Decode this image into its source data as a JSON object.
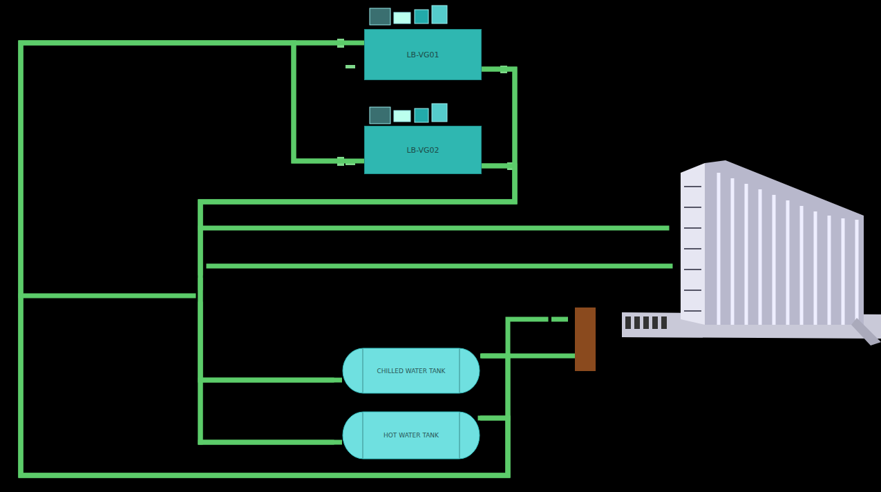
{
  "diagram": {
    "nodes": [
      {
        "text": [
          "LB-VG01"
        ]
      },
      {
        "text": [
          "LB-VG02"
        ]
      },
      {
        "text": [
          "CHILLED WATER TANK"
        ]
      },
      {
        "text": [
          "HOT WATER TANK"
        ]
      }
    ],
    "edges": [
      {
        "from": 0,
        "to": 2,
        "arrow": "none"
      },
      {
        "from": 1,
        "to": 3,
        "arrow": "none"
      },
      {
        "from": 2,
        "to": 0,
        "arrow": "none"
      },
      {
        "from": 3,
        "to": 1,
        "arrow": "none"
      }
    ]
  }
}
